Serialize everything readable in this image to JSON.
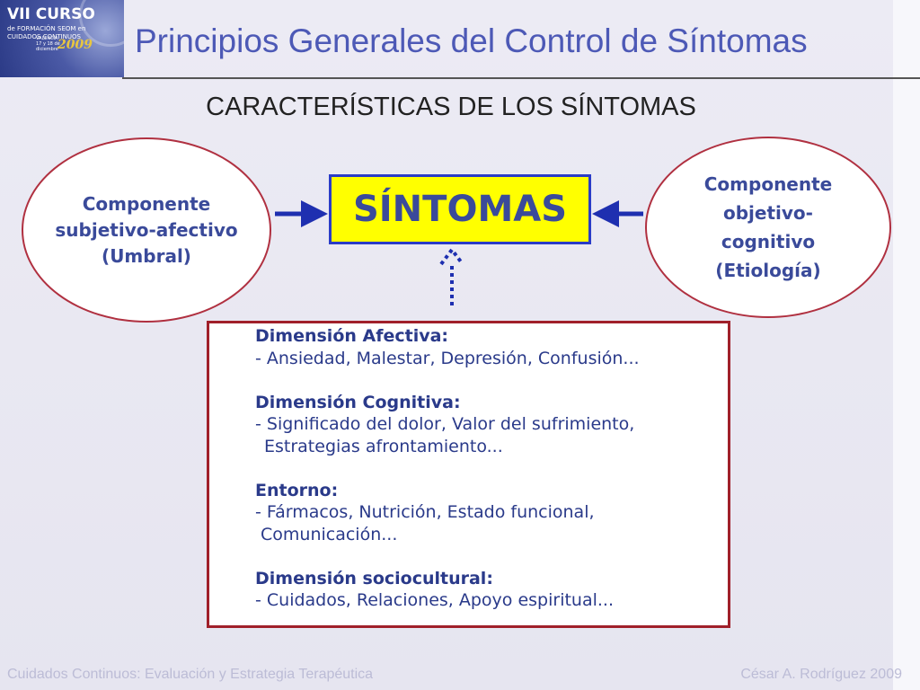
{
  "logo": {
    "line1": "VII CURSO",
    "line2": "de FORMACIÓN SEOM en CUIDADOS CONTINUOS",
    "line3": "VALENCIA 17 y 18 de diciembre",
    "year": "2009"
  },
  "title": "Principios Generales del Control de Síntomas",
  "subtitle": "CARACTERÍSTICAS DE LOS SÍNTOMAS",
  "left_ellipse": "Componente\nsubjetivo-afectivo\n(Umbral)",
  "right_ellipse": "Componente\nobjetivo-\ncognitivo\n(Etiología)",
  "center": "SÍNTOMAS",
  "dimensions": {
    "afectiva_title": "Dimensión Afectiva:",
    "afectiva_1": "- Ansiedad, Malestar, Depresión, Confusión...",
    "cognitiva_title": "Dimensión Cognitiva:",
    "cognitiva_1": "- Significado del dolor, Valor del sufrimiento,",
    "cognitiva_2": "Estrategias afrontamiento...",
    "entorno_title": "Entorno:",
    "entorno_1": "- Fármacos, Nutrición, Estado funcional,",
    "entorno_2": "Comunicación...",
    "socio_title": "Dimensión sociocultural:",
    "socio_1": "- Cuidados, Relaciones, Apoyo espiritual..."
  },
  "footer": {
    "left": "Cuidados Continuos: Evaluación y Estrategia Terapéutica",
    "right": "César A. Rodríguez 2009"
  },
  "colors": {
    "title": "#4d59b6",
    "box_fill": "#ffff00",
    "box_border": "#2a3cc8",
    "ellipse_border": "#b03040",
    "text_blue": "#3a4a9a"
  }
}
